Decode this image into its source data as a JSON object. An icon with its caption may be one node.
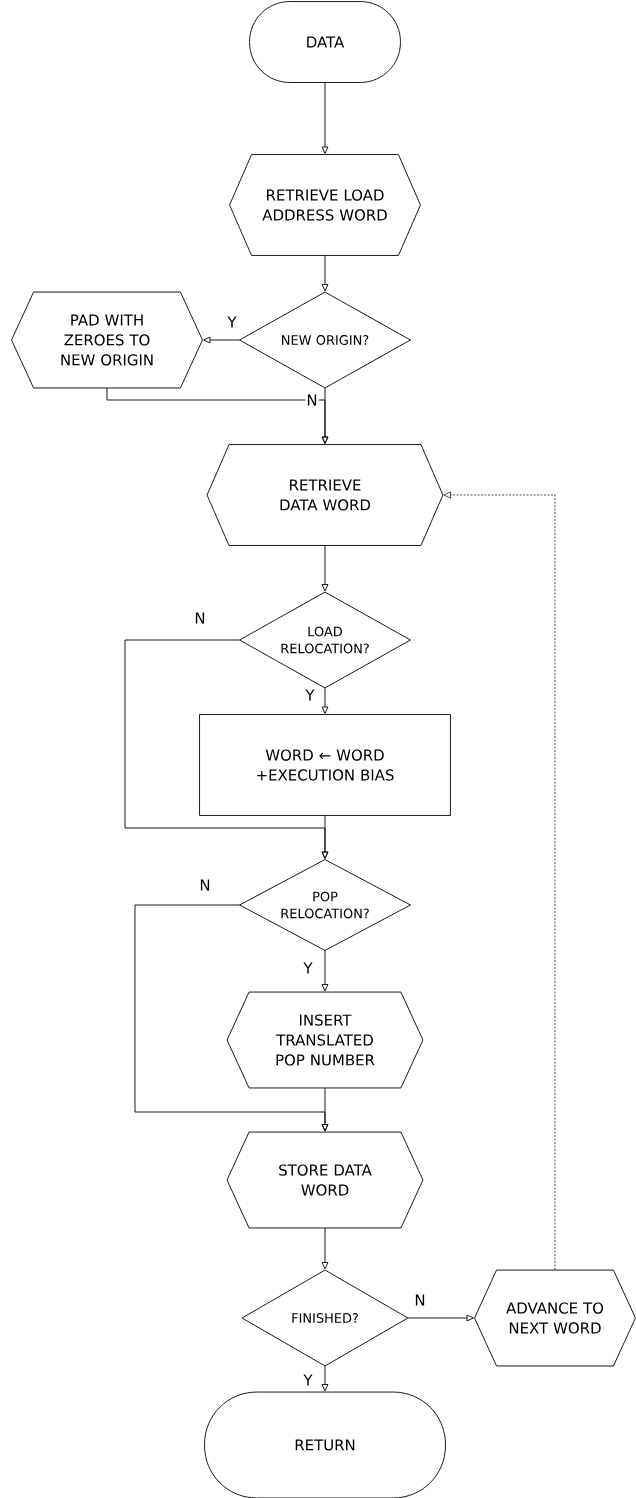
{
  "diagram": {
    "nodes": [
      {
        "text": [
          "DATA"
        ]
      },
      {
        "text": [
          "RETRIEVE LOAD ADDRESS WORD"
        ]
      },
      {
        "text": [
          "NEW ORIGIN?"
        ]
      },
      {
        "text": [
          "PAD WITH ZEROES TO NEW ORIGIN"
        ]
      },
      {
        "text": [
          "RETRIEVE DATA WORD"
        ]
      },
      {
        "text": [
          "LOAD RELOCATION?"
        ]
      },
      {
        "text": [
          "WORD ← WORD +EXECUTION BIAS"
        ]
      },
      {
        "text": [
          "POP RELOCATION?"
        ]
      },
      {
        "text": [
          "INSERT TRANSLATED POP NUMBER"
        ]
      },
      {
        "text": [
          "STORE DATA WORD"
        ]
      },
      {
        "text": [
          "FINISHED?"
        ]
      },
      {
        "text": [
          "ADVANCE TO NEXT WORD"
        ]
      },
      {
        "text": [
          "RETURN"
        ]
      }
    ],
    "edges": [
      {
        "from": 0,
        "to": 1,
        "arrow": "to"
      },
      {
        "from": 1,
        "to": 2,
        "arrow": "to"
      },
      {
        "from": 2,
        "to": 3,
        "arrow": "to",
        "label": "Y"
      },
      {
        "from": 2,
        "to": 4,
        "arrow": "to",
        "label": "N"
      },
      {
        "from": 3,
        "to": 4,
        "arrow": "to"
      },
      {
        "from": 4,
        "to": 5,
        "arrow": "to"
      },
      {
        "from": 5,
        "to": 6,
        "arrow": "to",
        "label": "Y"
      },
      {
        "from": 5,
        "to": 7,
        "arrow": "to",
        "label": "N"
      },
      {
        "from": 6,
        "to": 7,
        "arrow": "to"
      },
      {
        "from": 7,
        "to": 8,
        "arrow": "to",
        "label": "Y"
      },
      {
        "from": 7,
        "to": 9,
        "arrow": "to",
        "label": "N"
      },
      {
        "from": 8,
        "to": 9,
        "arrow": "to"
      },
      {
        "from": 9,
        "to": 10,
        "arrow": "to"
      },
      {
        "from": 10,
        "to": 11,
        "arrow": "to",
        "label": "N"
      },
      {
        "from": 10,
        "to": 12,
        "arrow": "to",
        "label": "Y"
      },
      {
        "from": 11,
        "to": 4,
        "arrow": "to",
        "style": "dashed"
      }
    ]
  }
}
